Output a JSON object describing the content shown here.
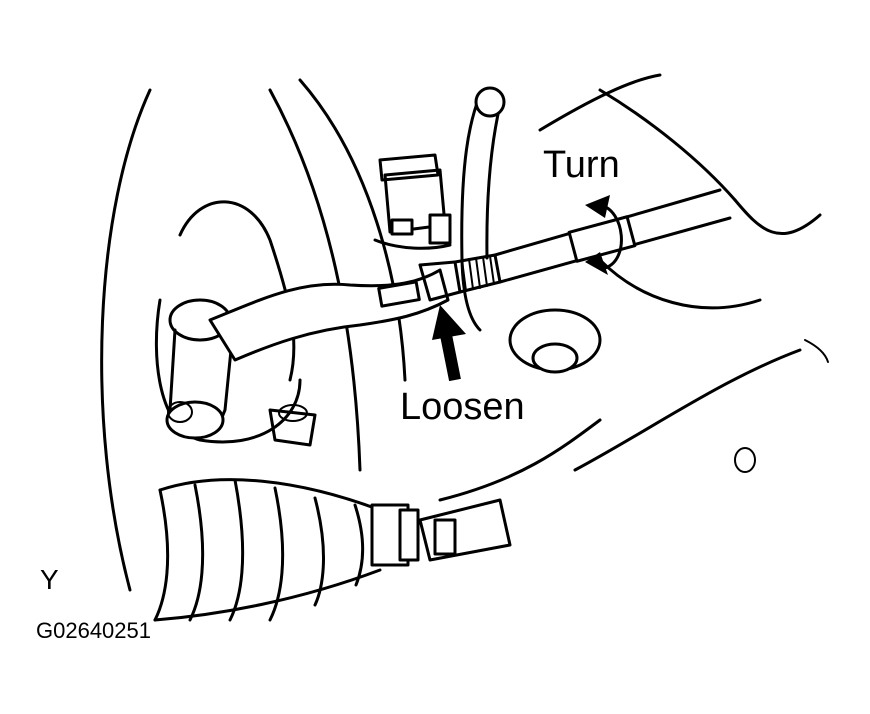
{
  "labels": {
    "turn": "Turn",
    "loosen": "Loosen",
    "view_letter": "Y",
    "figure_code": "G02640251"
  },
  "colors": {
    "ink": "#000000",
    "paper": "#ffffff"
  }
}
